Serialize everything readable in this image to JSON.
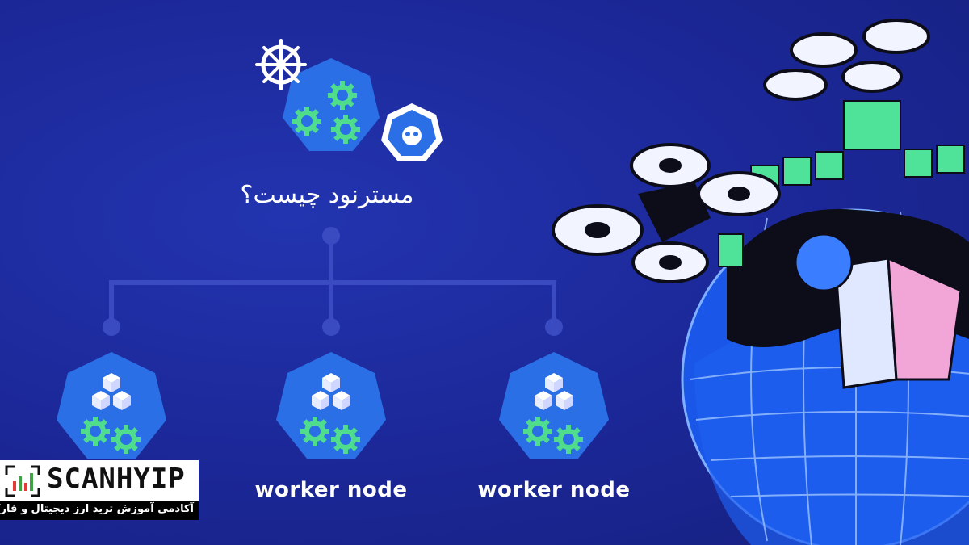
{
  "diagram": {
    "master": {
      "title": "مسترنود چیست؟"
    },
    "workers": [
      {
        "label": ""
      },
      {
        "label": "worker node"
      },
      {
        "label": "worker node"
      }
    ]
  },
  "brand": {
    "name": "SCANHYIP",
    "tagline": "آکادمی آموزش ترید ارز دیجیتال و فارکس"
  },
  "colors": {
    "background": "#1b2796",
    "node_fill": "#2b6fe6",
    "gear": "#4fdc8c",
    "connector": "#3a4bc2",
    "text": "#ffffff"
  }
}
